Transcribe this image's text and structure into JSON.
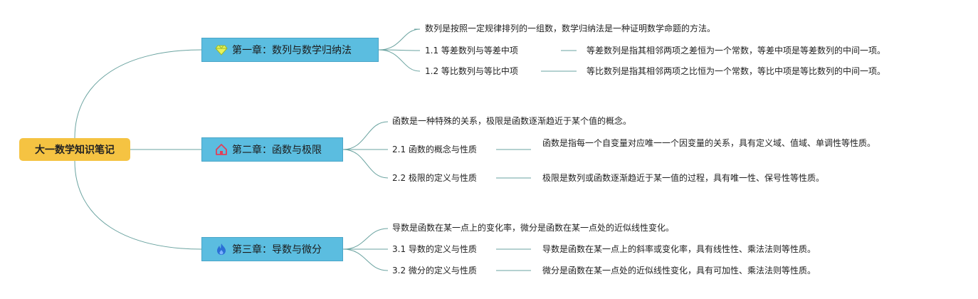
{
  "root": {
    "title": "大一数学知识笔记"
  },
  "chapters": [
    {
      "title": "第一章：数列与数学归纳法",
      "icon": "diamond-icon",
      "summary": "数列是按照一定规律排列的一组数，数学归纳法是一种证明数学命题的方法。",
      "sections": [
        {
          "label": "1.1 等差数列与等差中项",
          "detail": "等差数列是指其相邻两项之差恒为一个常数，等差中项是等差数列的中间一项。"
        },
        {
          "label": "1.2 等比数列与等比中项",
          "detail": "等比数列是指其相邻两项之比恒为一个常数，等比中项是等比数列的中间一项。"
        }
      ]
    },
    {
      "title": "第二章：函数与极限",
      "icon": "home-icon",
      "summary": "函数是一种特殊的关系，极限是函数逐渐趋近于某个值的概念。",
      "sections": [
        {
          "label": "2.1 函数的概念与性质",
          "detail": "函数是指每一个自变量对应唯一一个因变量的关系，具有定义域、值域、单调性等性质。"
        },
        {
          "label": "2.2 极限的定义与性质",
          "detail": "极限是数列或函数逐渐趋近于某一值的过程，具有唯一性、保号性等性质。"
        }
      ]
    },
    {
      "title": "第三章：导数与微分",
      "icon": "flame-icon",
      "summary": "导数是函数在某一点上的变化率，微分是函数在某一点处的近似线性变化。",
      "sections": [
        {
          "label": "3.1 导数的定义与性质",
          "detail": "导数是函数在某一点上的斜率或变化率，具有线性性、乘法法则等性质。"
        },
        {
          "label": "3.2 微分的定义与性质",
          "detail": "微分是函数在某一点处的近似线性变化，具有可加性、乘法法则等性质。"
        }
      ]
    }
  ],
  "colors": {
    "root": "#f5c342",
    "chapter": "#5bbde0",
    "line": "#5f9ea0"
  }
}
